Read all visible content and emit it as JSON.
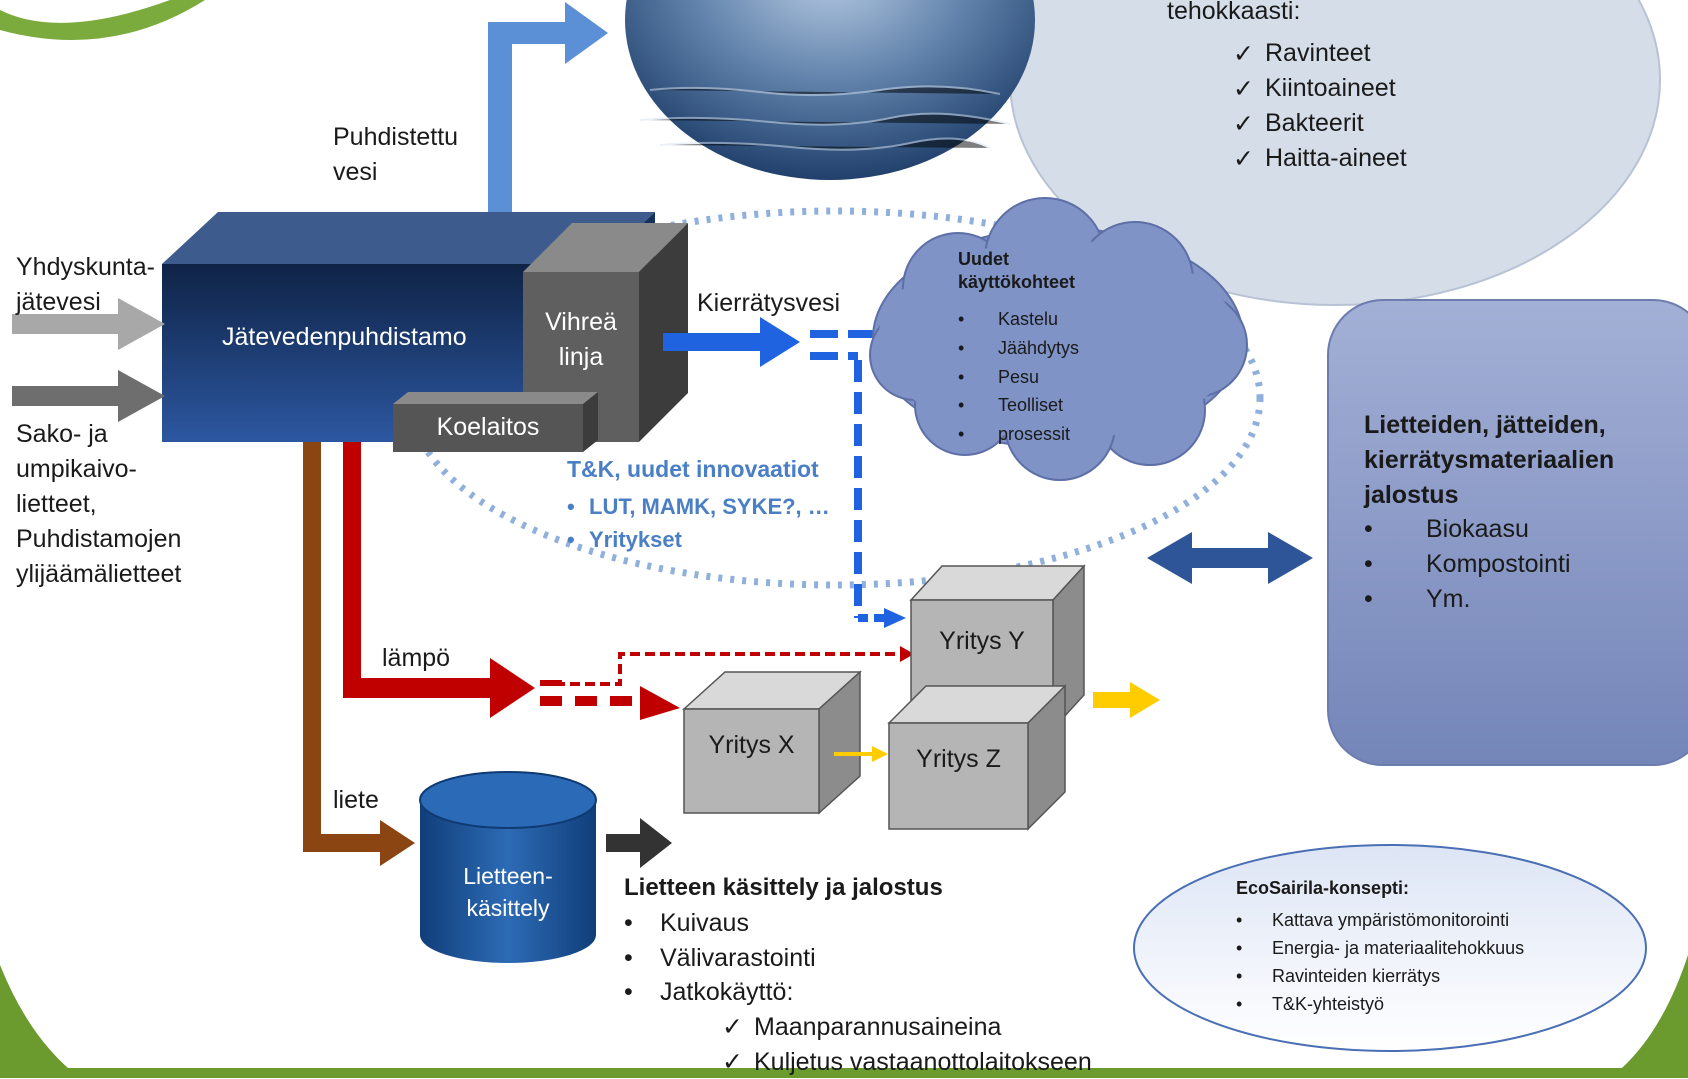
{
  "top_info": {
    "partial_heading": "tehokkaasti:",
    "items": [
      "Ravinteet",
      "Kiintoaineet",
      "Bakteerit",
      "Haitta-aineet"
    ]
  },
  "flows": {
    "purified_water": [
      "Puhdistettu",
      "vesi"
    ],
    "municipal_wastewater": [
      "Yhdyskunta-",
      "jätevesi"
    ],
    "septic_sludge": [
      "Sako- ja",
      "umpikaivo-",
      "lietteet,",
      "Puhdistamojen",
      "ylijäämälietteet"
    ],
    "recycled_water": "Kierrätysvesi",
    "heat": "lämpö",
    "sludge": "liete"
  },
  "plant": {
    "main": "Jätevedenpuhdistamo",
    "green_line": [
      "Vihreä",
      "linja"
    ],
    "pilot": "Koelaitos"
  },
  "new_uses": {
    "title": [
      "Uudet",
      "käyttökohteet"
    ],
    "items": [
      "Kastelu",
      "Jäähdytys",
      "Pesu",
      "Teolliset",
      "prosessit"
    ]
  },
  "rnd": {
    "title": "T&K, uudet innovaatiot",
    "items": [
      "LUT, MAMK, SYKE?, …",
      "Yritykset"
    ]
  },
  "companies": {
    "x": "Yritys X",
    "y": "Yritys Y",
    "z": "Yritys Z"
  },
  "sludge_tank": [
    "Lietteen-",
    "käsittely"
  ],
  "sludge_processing": {
    "title": "Lietteen käsittely ja jalostus",
    "items": [
      "Kuivaus",
      "Välivarastointi",
      "Jatkokäyttö:"
    ],
    "sub_items": [
      "Maanparannusaineina",
      "Kuljetus vastaanottolaitokseen"
    ]
  },
  "refining": {
    "title": [
      "Lietteiden, jätteiden,",
      "kierrätysmateriaalien",
      "jalostus"
    ],
    "items": [
      "Biokaasu",
      "Kompostointi",
      "Ym."
    ]
  },
  "ecosairila": {
    "title": "EcoSairila-konsepti:",
    "items": [
      "Kattava ympäristömonitorointi",
      "Energia- ja materiaalitehokkuus",
      "Ravinteiden kierrätys",
      "T&K-yhteistyö"
    ]
  },
  "colors": {
    "purified_water_arrow": "#5b8fd6",
    "recycle_arrow": "#1f63e0",
    "heat_arrow": "#c00000",
    "sludge_arrow": "#8b4513",
    "plant": "#1f3a6a",
    "cloud": "#7f93c7",
    "refining_box": "#8a9bc8",
    "double_arrow": "#2e5597",
    "yellow_arrow": "#ffcc00",
    "green_frame": "#7aab3c"
  }
}
